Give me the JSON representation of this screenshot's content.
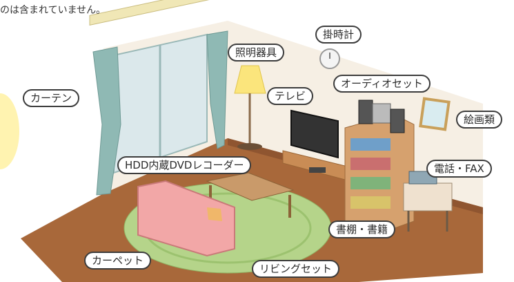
{
  "note": "のは含まれていません。",
  "labels": {
    "clock": "掛時計",
    "lamp": "照明器具",
    "audio": "オーディオセット",
    "curtain": "カーテン",
    "tv": "テレビ",
    "painting": "絵画類",
    "recorder": "HDD内蔵DVDレコーダー",
    "phone": "電話・FAX",
    "bookshelf": "書棚・書籍",
    "carpet": "カーペット",
    "living_set": "リビングセット"
  },
  "colors": {
    "floor": "#a8683a",
    "wall": "#f5ece0",
    "rug": "#b5d48a",
    "sofa": "#f2a7a7",
    "curtain": "#8fb9b4",
    "shelf": "#d6a16e"
  }
}
